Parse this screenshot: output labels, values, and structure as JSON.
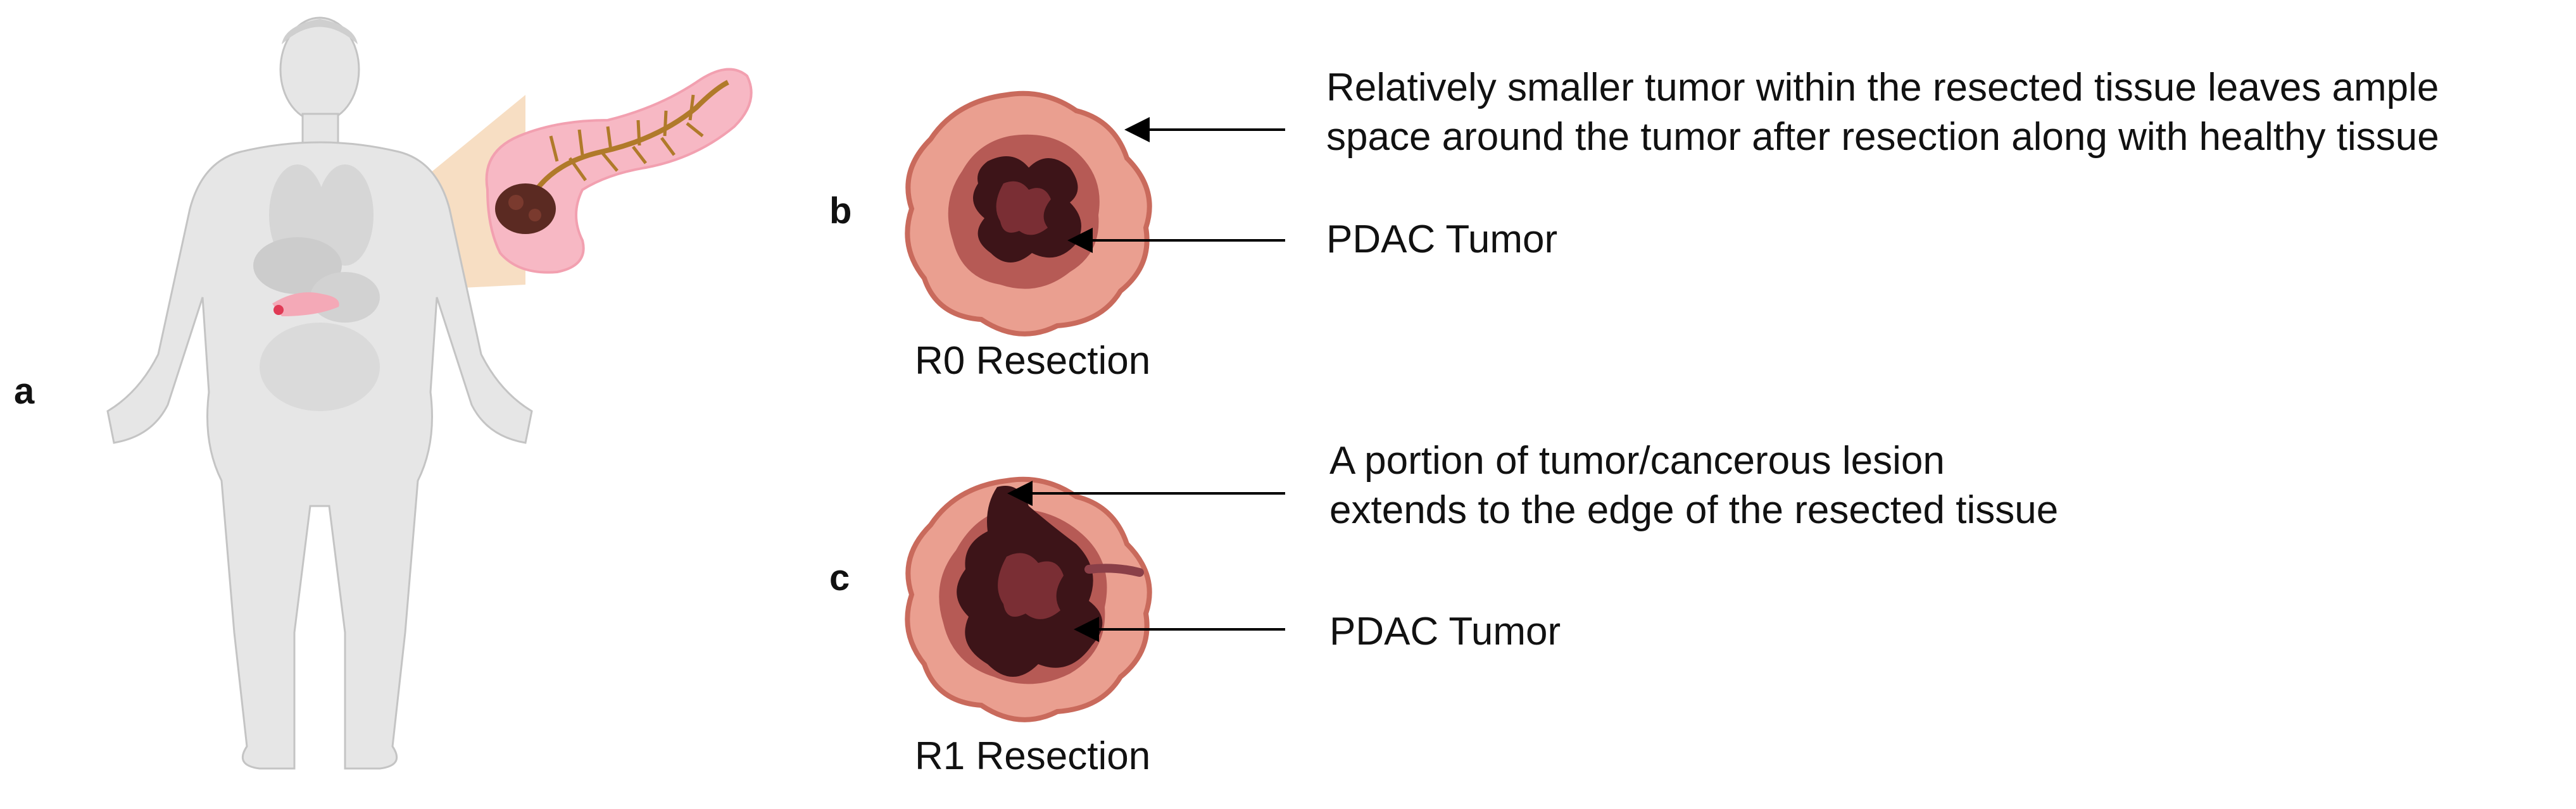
{
  "panels": {
    "a": "a",
    "b": "b",
    "c": "c"
  },
  "r0": {
    "caption": "R0 Resection",
    "note_line1": "Relatively smaller tumor within the resected tissue leaves ample",
    "note_line2": "space around the tumor after resection along with healthy tissue",
    "tumor_label": "PDAC Tumor"
  },
  "r1": {
    "caption": "R1 Resection",
    "note_line1": "A portion of tumor/cancerous lesion",
    "note_line2": "extends to the edge of the resected tissue",
    "tumor_label": "PDAC Tumor"
  },
  "colors": {
    "body": "#e6e6e6",
    "body_outline": "#c4c4c4",
    "pancreas": "#f7b8c4",
    "duct": "#b07a2a",
    "zoom_wedge": "#f6d8b8",
    "tissue_outer": "#ea9f90",
    "tissue_rim": "#c96a5c",
    "tumor_dark": "#3d1418",
    "tumor_mid": "#7a2e34",
    "arrow": "#000000"
  }
}
